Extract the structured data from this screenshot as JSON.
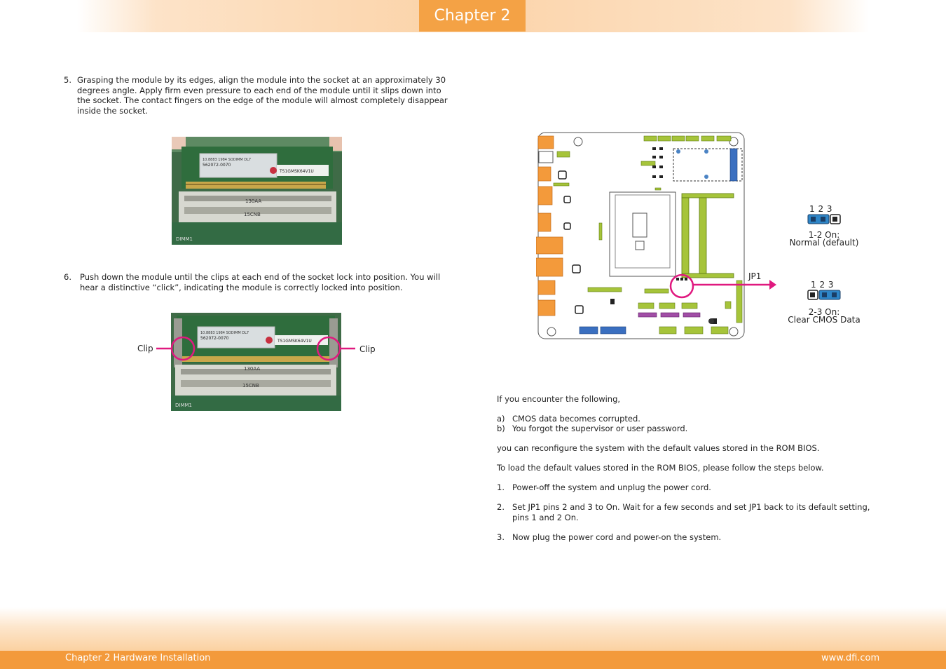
{
  "header": {
    "chapter_tab": "Chapter 2"
  },
  "left": {
    "step5_num": "5.",
    "step5_text": "Grasping the module by its edges, align the module into the socket at an approximately 30 degrees angle. Apply firm even pressure to each end of the module until it slips down into the socket. The contact fingers on the edge of the module will almost completely disappear inside the socket.",
    "step6_num": "6.",
    "step6_text": "Push down the module until the clips at each end of the socket lock into position. You will hear a distinctive “click”, indicating the module is correctly locked into position.",
    "photo1": {
      "sticker1": "10.8883 1984 SODIMM DL7",
      "sticker2": "562072-0070",
      "sticker3": "TS1GMSK64V1U",
      "slot_label1": "130AA",
      "slot_label2": "15CNB",
      "slot_label3": "DIMM1"
    },
    "photo2": {
      "sticker1": "10.8883 1984 SODIMM DL7",
      "sticker2": "562072-0070",
      "sticker3": "TS1GMSK64V1U",
      "slot_label1": "130AA",
      "slot_label2": "15CNB",
      "slot_label3": "DIMM1"
    },
    "clip_left": "Clip",
    "clip_right": "Clip"
  },
  "right": {
    "board_label": "JP1",
    "jumper1": {
      "pins": "1  2  3",
      "line1": "1-2 On:",
      "line2": "Normal (default)"
    },
    "jumper2": {
      "pins": "1  2  3",
      "line1": "2-3 On:",
      "line2": "Clear CMOS Data"
    },
    "intro": "If you encounter the following,",
    "items": [
      {
        "mark": "a)",
        "text": "CMOS data becomes corrupted."
      },
      {
        "mark": "b)",
        "text": "You forgot the supervisor or user password."
      }
    ],
    "para1": "you can reconfigure the system with the default values stored in the ROM BIOS.",
    "para2": "To load the default values stored in the ROM BIOS, please follow the steps below.",
    "steps": [
      {
        "num": "1.",
        "line1": "Power-off the system and unplug the power cord.",
        "line2": ""
      },
      {
        "num": "2.",
        "line1": "Set JP1 pins 2 and 3 to On. Wait for a few seconds and set JP1 back to its default setting,",
        "line2": "pins 1 and 2 On."
      },
      {
        "num": "3.",
        "line1": "Now plug the power cord and power-on the system.",
        "line2": ""
      }
    ]
  },
  "footer": {
    "left": "Chapter 2 Hardware Installation",
    "right": "www.dfi.com"
  },
  "colors": {
    "accent": "#f4a245",
    "magenta": "#e0197f",
    "jumper_blue": "#2e86c8",
    "board_green": "#a6c43a"
  }
}
